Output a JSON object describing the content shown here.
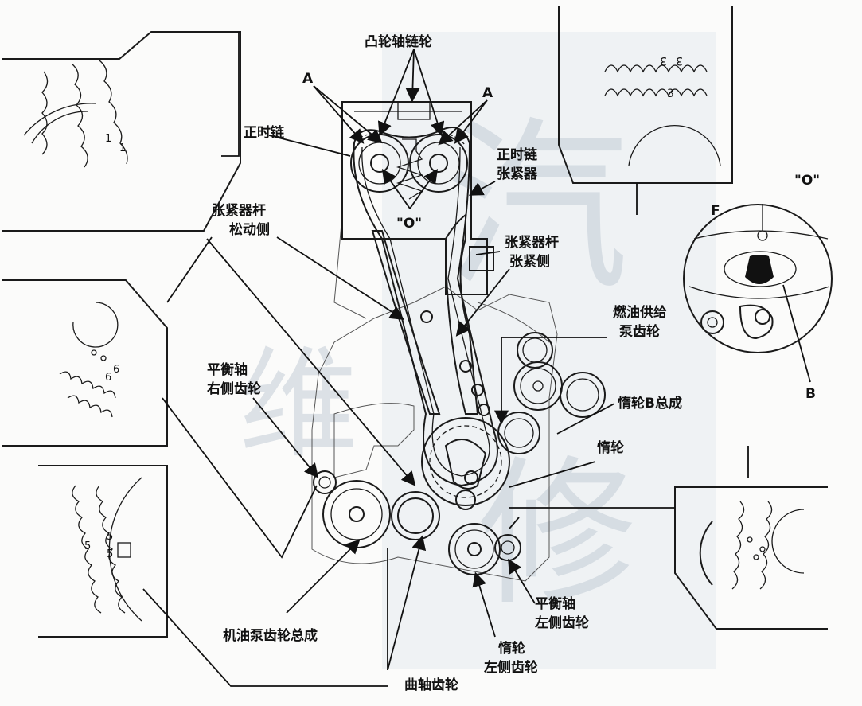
{
  "labels": {
    "camshaft_sprocket": "凸轮轴链轮",
    "a_left": "A",
    "a_right": "A",
    "timing_chain": "正时链",
    "o_mark": "\"O\"",
    "timing_chain_tensioner_1": "正时链",
    "timing_chain_tensioner_2": "张紧器",
    "tensioner_arm_1": "张紧器杆",
    "tensioner_arm_slack": "松动侧",
    "tensioner_arm_2": "张紧器杆",
    "tensioner_arm_tension": "张紧侧",
    "fuel_pump_gear_1": "燃油供给",
    "fuel_pump_gear_2": "泵齿轮",
    "balance_shaft_right_1": "平衡轴",
    "balance_shaft_right_2": "右侧齿轮",
    "idler_b_assembly": "惰轮B总成",
    "idler": "惰轮",
    "balance_shaft_left_1": "平衡轴",
    "balance_shaft_left_2": "左侧齿轮",
    "oil_pump_gear_assembly": "机油泵齿轮总成",
    "idler_left_gear_1": "惰轮",
    "idler_left_gear_2": "左侧齿轮",
    "crankshaft_gear": "曲轴齿轮"
  },
  "detail": {
    "f": "F",
    "o_mark": "\"O\"",
    "b": "B"
  },
  "insets": {
    "top_left": {
      "mark_1": "1",
      "mark_2": "1"
    },
    "top_right": {
      "mark_1": "3",
      "mark_2": "3",
      "mark_3": "3"
    },
    "middle_left": {
      "mark_1": "6",
      "mark_2": "6"
    },
    "bottom_left": {
      "mark_1": "5",
      "mark_2": "5",
      "mark_3": "5"
    }
  },
  "watermark": {
    "char_1": "维",
    "char_2": "汽",
    "char_3": "修"
  }
}
